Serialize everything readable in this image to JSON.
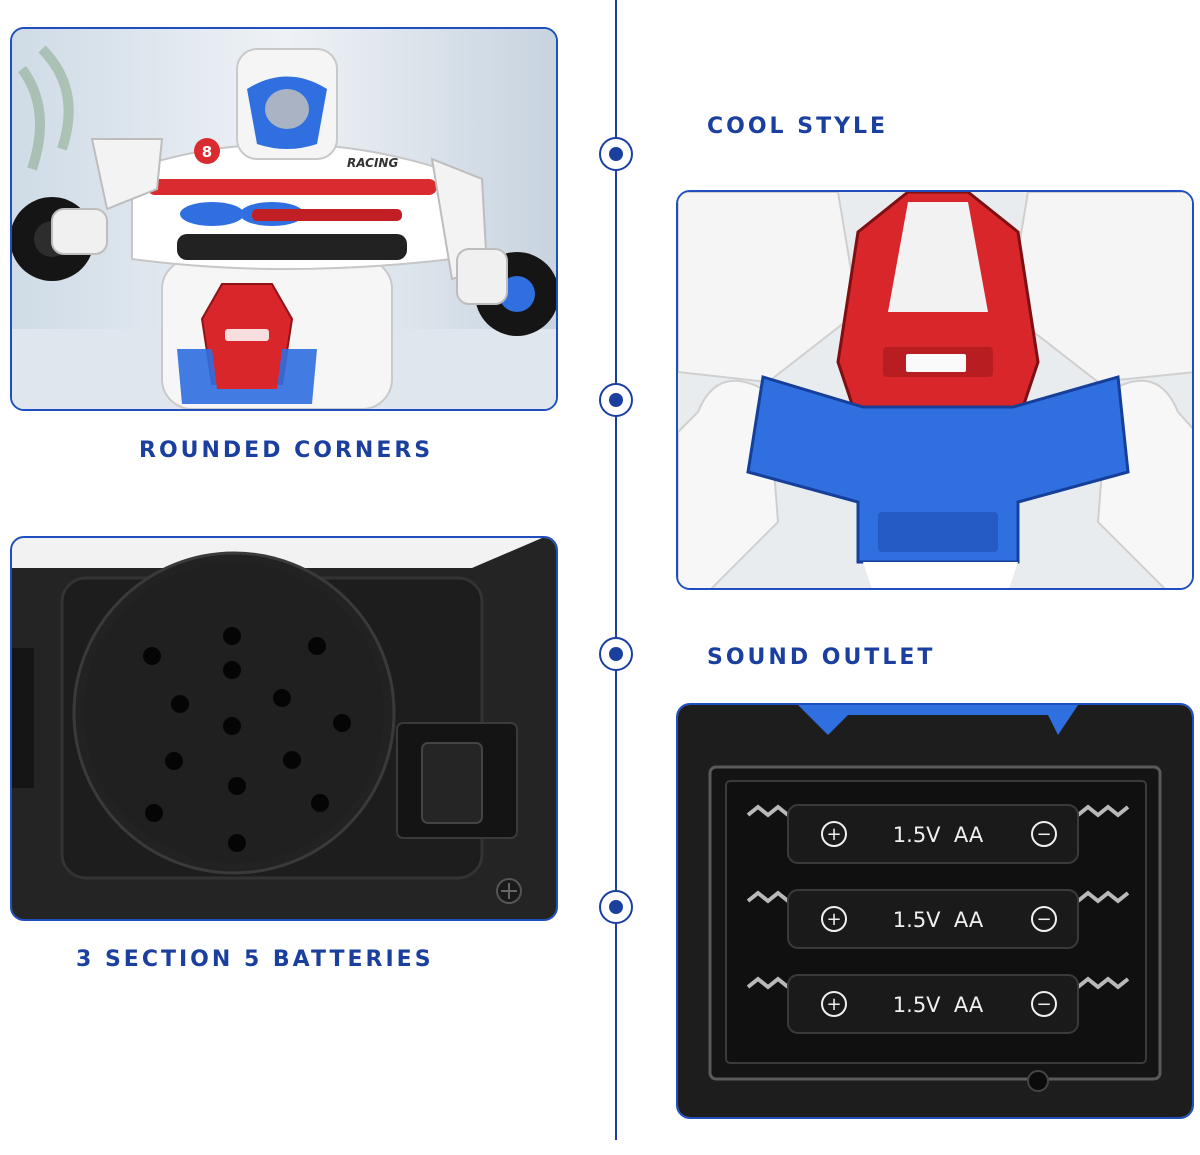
{
  "labels": {
    "rounded_corners": "ROUNDED CORNERS",
    "cool_style": "COOL STYLE",
    "sound_outlet": "SOUND OUTLET",
    "batteries_section": "3 SECTION 5 BATTERIES"
  },
  "robot_badge": {
    "number": "8",
    "brand": "RACING"
  },
  "batteries": [
    {
      "plus": "+",
      "text": "1.5V  AA",
      "minus": "−"
    },
    {
      "plus": "+",
      "text": "1.5V  AA",
      "minus": "−"
    },
    {
      "plus": "+",
      "text": "1.5V  AA",
      "minus": "−"
    }
  ],
  "colors": {
    "accent_blue": "#1b3f9e",
    "border_blue": "#1f4fbf",
    "chest_red": "#d8262b",
    "plastic_blue": "#2f6fe0",
    "battery_black": "#1a1a1a"
  },
  "timeline_icons": [
    "timeline-dot-icon",
    "timeline-dot-icon",
    "timeline-dot-icon",
    "timeline-dot-icon"
  ]
}
